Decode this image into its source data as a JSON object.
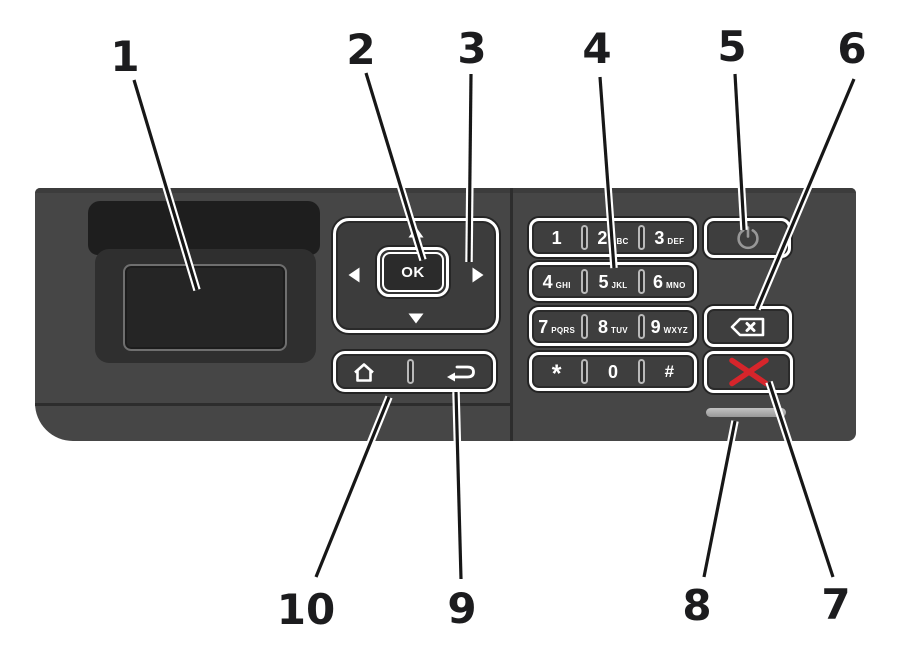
{
  "annotation": {
    "callout_numbers": [
      "1",
      "2",
      "3",
      "4",
      "5",
      "6",
      "7",
      "8",
      "9",
      "10"
    ]
  },
  "panel": {
    "nav": {
      "ok_label": "OK"
    },
    "keypad": {
      "rows": [
        {
          "keys": [
            {
              "digit": "1",
              "letters": ""
            },
            {
              "digit": "2",
              "letters": "ABC"
            },
            {
              "digit": "3",
              "letters": "DEF"
            }
          ]
        },
        {
          "keys": [
            {
              "digit": "4",
              "letters": "GHI"
            },
            {
              "digit": "5",
              "letters": "JKL"
            },
            {
              "digit": "6",
              "letters": "MNO"
            }
          ]
        },
        {
          "keys": [
            {
              "digit": "7",
              "letters": "PQRS"
            },
            {
              "digit": "8",
              "letters": "TUV"
            },
            {
              "digit": "9",
              "letters": "WXYZ"
            }
          ]
        },
        {
          "keys": [
            {
              "digit": "*",
              "letters": ""
            },
            {
              "digit": "0",
              "letters": ""
            },
            {
              "digit": "#",
              "letters": ""
            }
          ]
        }
      ]
    },
    "colors": {
      "panel_body": "#464646",
      "display_recess": "#1e1e1e",
      "key_border": "#ffffff",
      "stop_x_red": "#d6252b",
      "power_icon_gray": "#979797",
      "indicator_light": "#ababab"
    }
  }
}
